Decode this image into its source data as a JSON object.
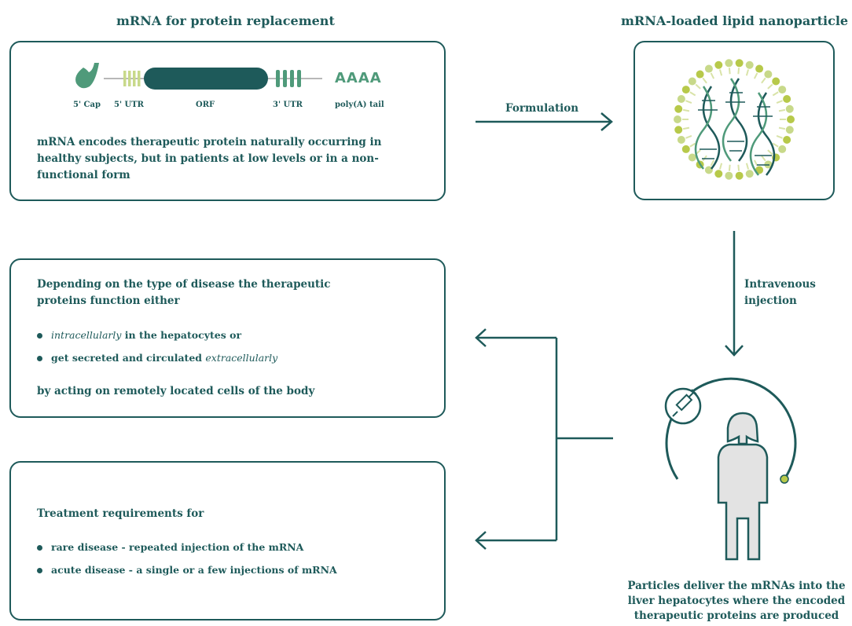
{
  "header": {
    "left_title": "mRNA for protein replacement",
    "right_title": "mRNA-loaded lipid nanoparticle"
  },
  "mrna_construct": {
    "labels": {
      "cap": "5' Cap",
      "utr5": "5' UTR",
      "orf": "ORF",
      "utr3": "3' UTR",
      "polya": "poly(A) tail"
    },
    "polya_text": "AAAA",
    "description": "mRNA encodes therapeutic protein naturally occurring in healthy subjects, but in patients at low levels or in a non-functional form"
  },
  "arrows": {
    "formulation": "Formulation",
    "iv_line1": "Intravenous",
    "iv_line2": "injection"
  },
  "function_box": {
    "heading": "Depending on the type of disease the therapeutic proteins function either",
    "bullet1_italic": "intracellularly",
    "bullet1_rest": " in the hepatocytes or",
    "bullet2_rest": "get secreted and circulated ",
    "bullet2_italic": "extracellularly",
    "footer": "by acting on remotely located cells of the body"
  },
  "treatment_box": {
    "heading": "Treatment requirements for",
    "bullet1": "rare disease - repeated injection of the mRNA",
    "bullet2": "acute disease - a single or a few injections of mRNA"
  },
  "patient_caption": "Particles deliver the mRNAs into the liver hepatocytes where the encoded therapeutic proteins are produced",
  "colors": {
    "teal": "#1e5a5a",
    "green": "#4f9a7a",
    "light_green": "#c8d98a",
    "lipid": "#b7c94a",
    "gray": "#e0e0e0"
  }
}
